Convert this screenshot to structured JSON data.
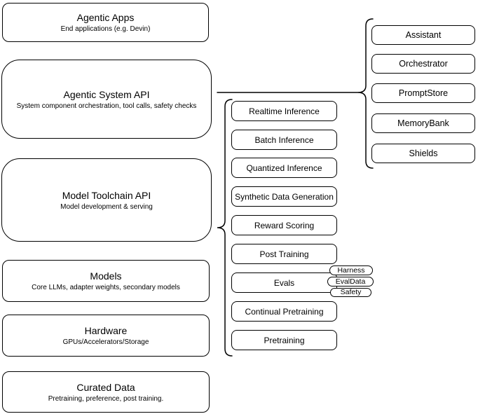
{
  "diagram": {
    "stack": [
      {
        "title": "Agentic Apps",
        "subtitle": "End applications (e.g. Devin)"
      },
      {
        "title": "Agentic System API",
        "subtitle": "System component orchestration, tool calls, safety checks"
      },
      {
        "title": "Model Toolchain API",
        "subtitle": "Model development & serving"
      },
      {
        "title": "Models",
        "subtitle": "Core LLMs, adapter weights, secondary models"
      },
      {
        "title": "Hardware",
        "subtitle": "GPUs/Accelerators/Storage"
      },
      {
        "title": "Curated Data",
        "subtitle": "Pretraining, preference, post training."
      }
    ],
    "toolchain_items": [
      "Realtime Inference",
      "Batch Inference",
      "Quantized Inference",
      "Synthetic Data Generation",
      "Reward Scoring",
      "Post Training",
      "Evals",
      "Continual Pretraining",
      "Pretraining"
    ],
    "eval_tags": [
      "Harness",
      "EvalData",
      "Safety"
    ],
    "system_components": [
      "Assistant",
      "Orchestrator",
      "PromptStore",
      "MemoryBank",
      "Shields"
    ],
    "colors": {
      "stroke": "#000000",
      "fill": "#ffffff"
    }
  }
}
